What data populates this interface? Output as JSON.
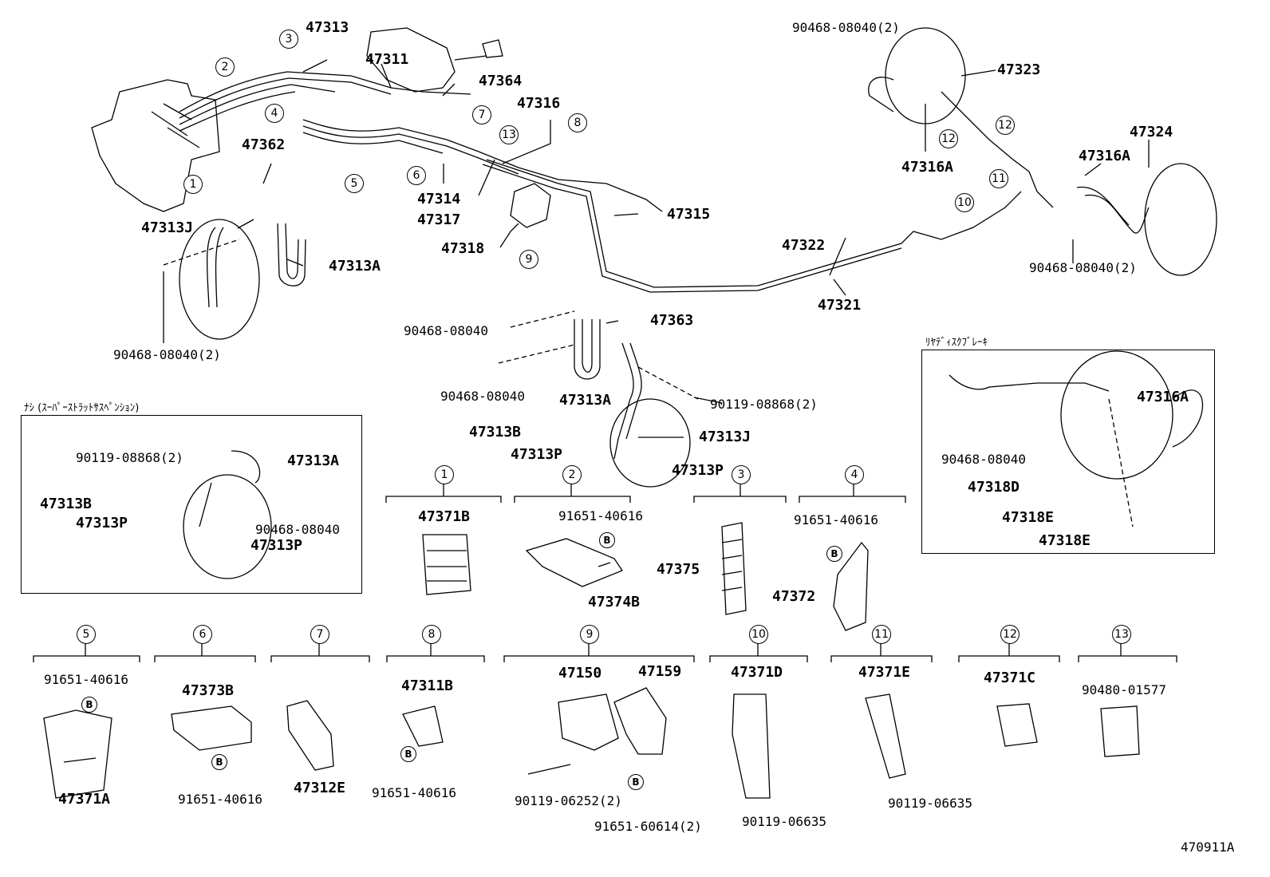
{
  "figure_id": "470911A",
  "insets": {
    "left_title": "ﾅｼ (ｽｰﾊﾟｰｽﾄﾗｯﾄｻｽﾍﾟﾝｼｮﾝ)",
    "right_title": "ﾘﾔﾃﾞｨｽｸﾌﾞﾚｰｷ"
  },
  "callouts": [
    "1",
    "2",
    "3",
    "4",
    "5",
    "6",
    "7",
    "8",
    "9",
    "10",
    "11",
    "12",
    "13"
  ],
  "b_mark": "B",
  "labels": {
    "p47313": "47313",
    "p47311": "47311",
    "p47364": "47364",
    "p47316": "47316",
    "p47362": "47362",
    "p47314": "47314",
    "p47317": "47317",
    "p47318": "47318",
    "p47315": "47315",
    "p47313J_top": "47313J",
    "p47313A_top": "47313A",
    "p90468_2_left": "90468-08040(2)",
    "p90468_2_top": "90468-08040(2)",
    "p47323": "47323",
    "p47316A_left": "47316A",
    "p47324": "47324",
    "p47316A_right": "47316A",
    "p90468_2_right": "90468-08040(2)",
    "p47322": "47322",
    "p47321": "47321",
    "p47363": "47363",
    "p90468_mid1": "90468-08040",
    "p90468_mid2": "90468-08040",
    "p47313A_mid": "47313A",
    "p90119_08868_mid": "90119-08868(2)",
    "p47313B_mid": "47313B",
    "p47313P_mid1": "47313P",
    "p47313J_mid": "47313J",
    "p47313P_mid2": "47313P",
    "in_90119_08868": "90119-08868(2)",
    "in_47313A": "47313A",
    "in_47313B": "47313B",
    "in_47313P_1": "47313P",
    "in_90468": "90468-08040",
    "in_47313P_2": "47313P",
    "ri_90468": "90468-08040",
    "ri_47316A": "47316A",
    "ri_47318D": "47318D",
    "ri_47318E_1": "47318E",
    "ri_47318E_2": "47318E",
    "g1_47371B": "47371B",
    "g2_91651": "91651-40616",
    "g2_47374B": "47374B",
    "g3_47375": "47375",
    "g4_91651": "91651-40616",
    "g4_47372": "47372",
    "g5_91651": "91651-40616",
    "g5_47371A": "47371A",
    "g6_47373B": "47373B",
    "g6_91651": "91651-40616",
    "g7_47312E": "47312E",
    "g8_47311B": "47311B",
    "g8_91651": "91651-40616",
    "g9_47150": "47150",
    "g9_47159": "47159",
    "g9_90119_06252": "90119-06252(2)",
    "g9_91651_60614": "91651-60614(2)",
    "g10_47371D": "47371D",
    "g10_90119_06635": "90119-06635",
    "g11_47371E": "47371E",
    "g11_90119_06635": "90119-06635",
    "g12_47371C": "47371C",
    "g13_90480": "90480-01577"
  }
}
